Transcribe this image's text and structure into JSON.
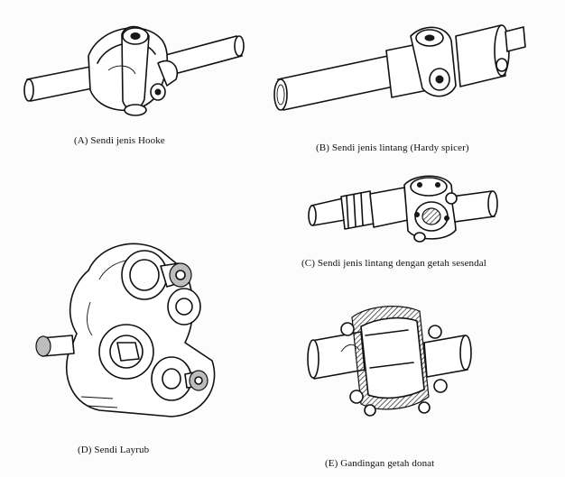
{
  "captions": {
    "a": "(A) Sendi jenis Hooke",
    "b": "(B) Sendi jenis lintang (Hardy spicer)",
    "c": "(C) Sendi jenis lintang dengan getah sesendal",
    "d": "(D) Sendi Layrub",
    "e": "(E) Gandingan getah donat"
  },
  "colors": {
    "ink": "#111111",
    "paper": "#fcfcfc",
    "shade": "#bdbdbd"
  }
}
